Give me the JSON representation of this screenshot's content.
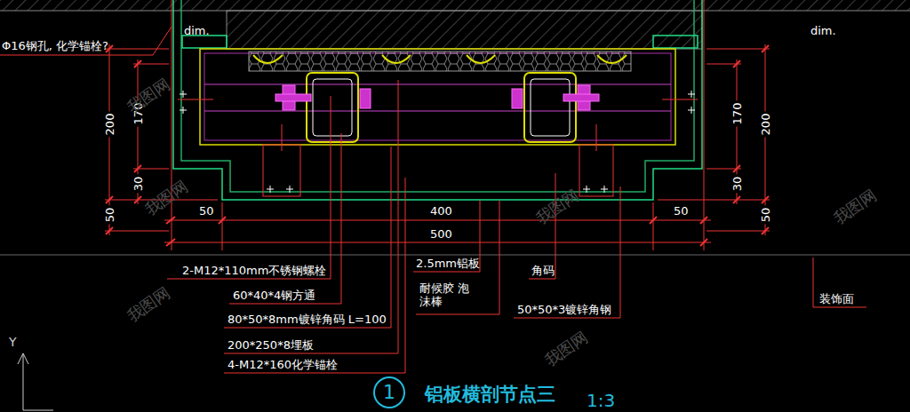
{
  "diagram": {
    "title": "铝板横剖节点三",
    "nodes": [
      {
        "text": [
          "1"
        ]
      }
    ],
    "labels": [
      "dim.",
      "dim.",
      "Φ16钢孔, 化学锚栓?",
      "200",
      "170",
      "30",
      "50",
      "170",
      "200",
      "30",
      "50",
      "50",
      "400",
      "50",
      "500",
      "2-M12*110mm不锈钢螺栓",
      "60*40*4钢方通",
      "80*50*8mm镀锌角码 L=100",
      "200*250*8埋板",
      "4-M12*160化学锚栓",
      "2.5mm铝板",
      "耐候胶 泡沫棒",
      "角码",
      "50*50*3镀锌角钢",
      "装饰面",
      "1:3",
      "Y",
      "我图网",
      "我图网",
      "我图网",
      "我图网",
      "我图网",
      "我图网"
    ]
  }
}
